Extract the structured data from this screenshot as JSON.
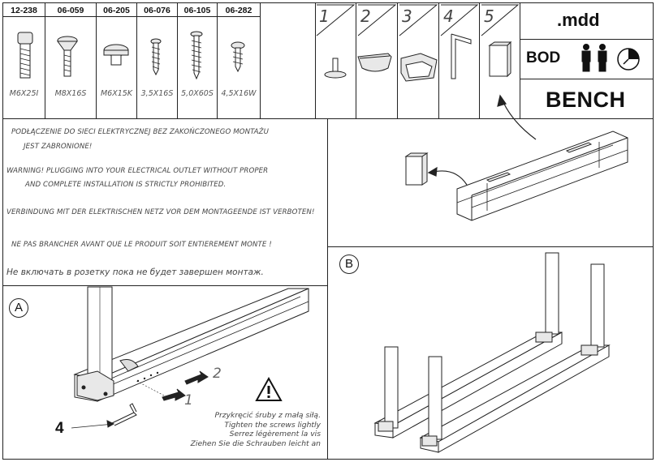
{
  "hardware": [
    {
      "code": "12-238",
      "size": "M6X25I"
    },
    {
      "code": "06-059",
      "size": "M8X16S"
    },
    {
      "code": "06-205",
      "size": "M6X15K"
    },
    {
      "code": "06-076",
      "size": "3,5X16S"
    },
    {
      "code": "06-105",
      "size": "5,0X60S"
    },
    {
      "code": "06-282",
      "size": "4,5X16W"
    }
  ],
  "components": [
    {
      "number": "1",
      "icon": "glide-foot-icon"
    },
    {
      "number": "2",
      "icon": "bracket-icon"
    },
    {
      "number": "3",
      "icon": "corner-connector-icon"
    },
    {
      "number": "4",
      "icon": "allen-key-icon"
    },
    {
      "number": "5",
      "icon": "cover-cap-icon"
    }
  ],
  "header": {
    "brand": ".mdd",
    "system": "BOD",
    "product": "BENCH"
  },
  "warnings": {
    "pl_line1": "PODŁĄCZENIE DO SIECI ELEKTRYCZNEJ BEZ ZAKOŃCZONEGO MONTAŻU",
    "pl_line2": "JEST ZABRONIONE!",
    "en_line1": "WARNING! PLUGGING INTO YOUR ELECTRICAL OUTLET WITHOUT PROPER",
    "en_line2": "AND COMPLETE INSTALLATION IS STRICTLY PROHIBITED.",
    "de": "VERBINDUNG MIT DER ELEKTRISCHEN NETZ VOR DEM MONTAGEENDE IST VERBOTEN!",
    "fr": "NE PAS BRANCHER AVANT QUE LE PRODUIT SOIT ENTIEREMENT MONTE !",
    "ru": "Не включать в розетку пока не будет завершен монтаж."
  },
  "panel_a": {
    "label": "A",
    "callout_1": "1",
    "callout_2": "2",
    "callout_4": "4",
    "tighten": [
      "Przykręcić śruby z małą siłą.",
      "Tighten the screws lightly",
      "Serrez légèrement la vis",
      "Ziehen Sie die Schrauben leicht an"
    ]
  },
  "panel_b": {
    "label": "B"
  },
  "colors": {
    "line": "#222222",
    "muted": "#555555",
    "background": "#ffffff"
  }
}
